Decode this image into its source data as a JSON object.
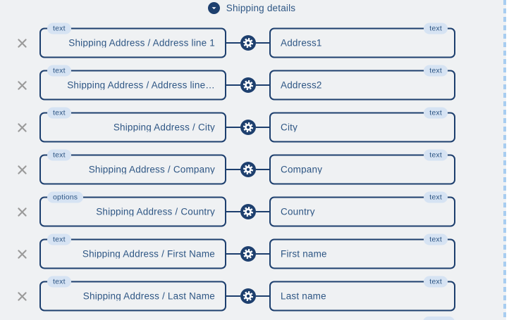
{
  "header": {
    "title": "Shipping details",
    "collapse_icon": "chevron-down-icon"
  },
  "icons": {
    "remove": "close-icon",
    "mapping": "gear-icon"
  },
  "colors": {
    "background": "#eff1f3",
    "border": "#1d3f6e",
    "text": "#2e5684",
    "badge_background": "#d6e3f3",
    "rail": "#a8cdf0",
    "remove_icon": "#9a9a9a"
  },
  "rows": [
    {
      "source": {
        "badge": "text",
        "label": "Shipping Address / Address line 1"
      },
      "target": {
        "badge": "text",
        "label": "Address1"
      }
    },
    {
      "source": {
        "badge": "text",
        "label": "Shipping Address / Address line…"
      },
      "target": {
        "badge": "text",
        "label": "Address2"
      }
    },
    {
      "source": {
        "badge": "text",
        "label": "Shipping Address / City"
      },
      "target": {
        "badge": "text",
        "label": "City"
      }
    },
    {
      "source": {
        "badge": "text",
        "label": "Shipping Address / Company"
      },
      "target": {
        "badge": "text",
        "label": "Company"
      }
    },
    {
      "source": {
        "badge": "options",
        "label": "Shipping Address / Country"
      },
      "target": {
        "badge": "text",
        "label": "Country"
      }
    },
    {
      "source": {
        "badge": "text",
        "label": "Shipping Address / First Name"
      },
      "target": {
        "badge": "text",
        "label": "First name"
      }
    },
    {
      "source": {
        "badge": "text",
        "label": "Shipping Address / Last Name"
      },
      "target": {
        "badge": "text",
        "label": "Last name"
      }
    }
  ]
}
